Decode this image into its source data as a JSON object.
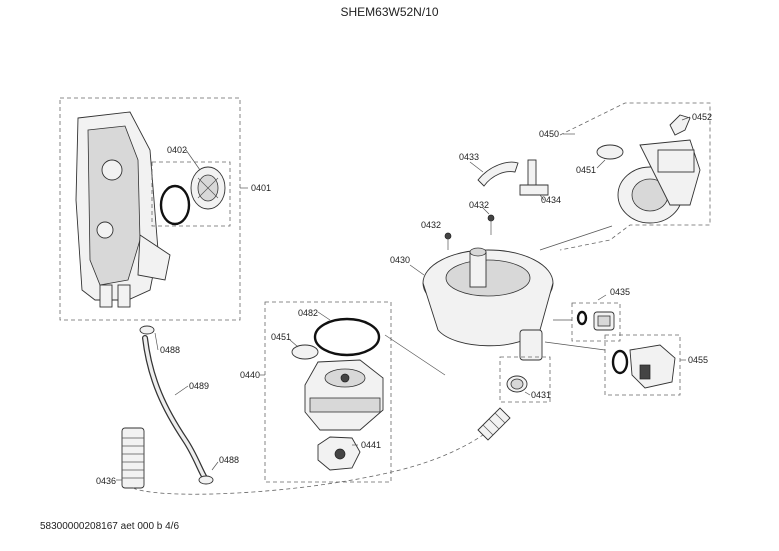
{
  "header": {
    "title": "SHEM63W52N/10"
  },
  "footer": {
    "code": "58300000208167 aet 000 b 4/6"
  },
  "labels": {
    "p0401": "0401",
    "p0402": "0402",
    "p0430": "0430",
    "p0431": "0431",
    "p0432a": "0432",
    "p0432b": "0432",
    "p0433": "0433",
    "p0434": "0434",
    "p0435": "0435",
    "p0436": "0436",
    "p0440": "0440",
    "p0441": "0441",
    "p0450": "0450",
    "p0451a": "0451",
    "p0451b": "0451",
    "p0452": "0452",
    "p0455": "0455",
    "p0482": "0482",
    "p0488a": "0488",
    "p0488b": "0488",
    "p0489": "0489"
  }
}
